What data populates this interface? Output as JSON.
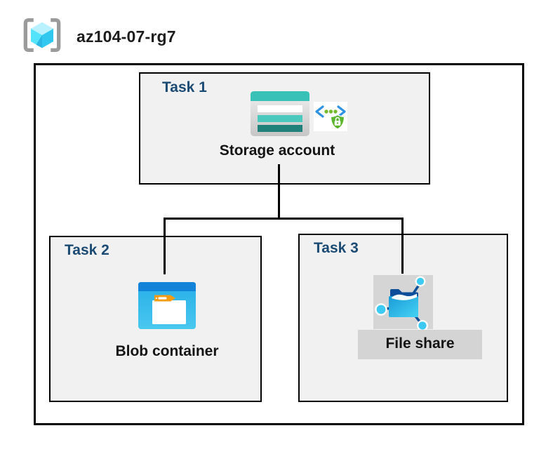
{
  "diagram": {
    "title": "az104-07-rg7",
    "title_icon": "resource-group-icon",
    "type": "azure-lab-architecture"
  },
  "tasks": [
    {
      "label": "Task 1",
      "resource_label": "Storage account",
      "icons": [
        "storage-account-icon",
        "secure-endpoint-icon"
      ]
    },
    {
      "label": "Task 2",
      "resource_label": "Blob container",
      "icons": [
        "blob-container-icon"
      ]
    },
    {
      "label": "Task 3",
      "resource_label": "File share",
      "icons": [
        "file-share-icon"
      ],
      "selected": true
    }
  ],
  "connections": [
    {
      "from": "Storage account",
      "to": "Blob container"
    },
    {
      "from": "Storage account",
      "to": "File share"
    }
  ],
  "colors": {
    "task_label_blue": "#1b4a73",
    "box_fill": "#f1f1f1",
    "box_border": "#000000",
    "storage_teal": "#38c1b6",
    "storage_teal_dark": "#20807a",
    "blob_bar_blue": "#1283d8",
    "blob_body_blue": "#2fb5ea",
    "fileshare_navy": "#0d4e9b",
    "fileshare_cyan": "#3cc9f3",
    "secure_green": "#5bb42e",
    "secure_bracket_blue": "#2e93e2",
    "selection_gray": "#d5d5d5",
    "rg_bracket_gray": "#9b9b9b",
    "rg_cube_cyan": "#50e6ff"
  }
}
